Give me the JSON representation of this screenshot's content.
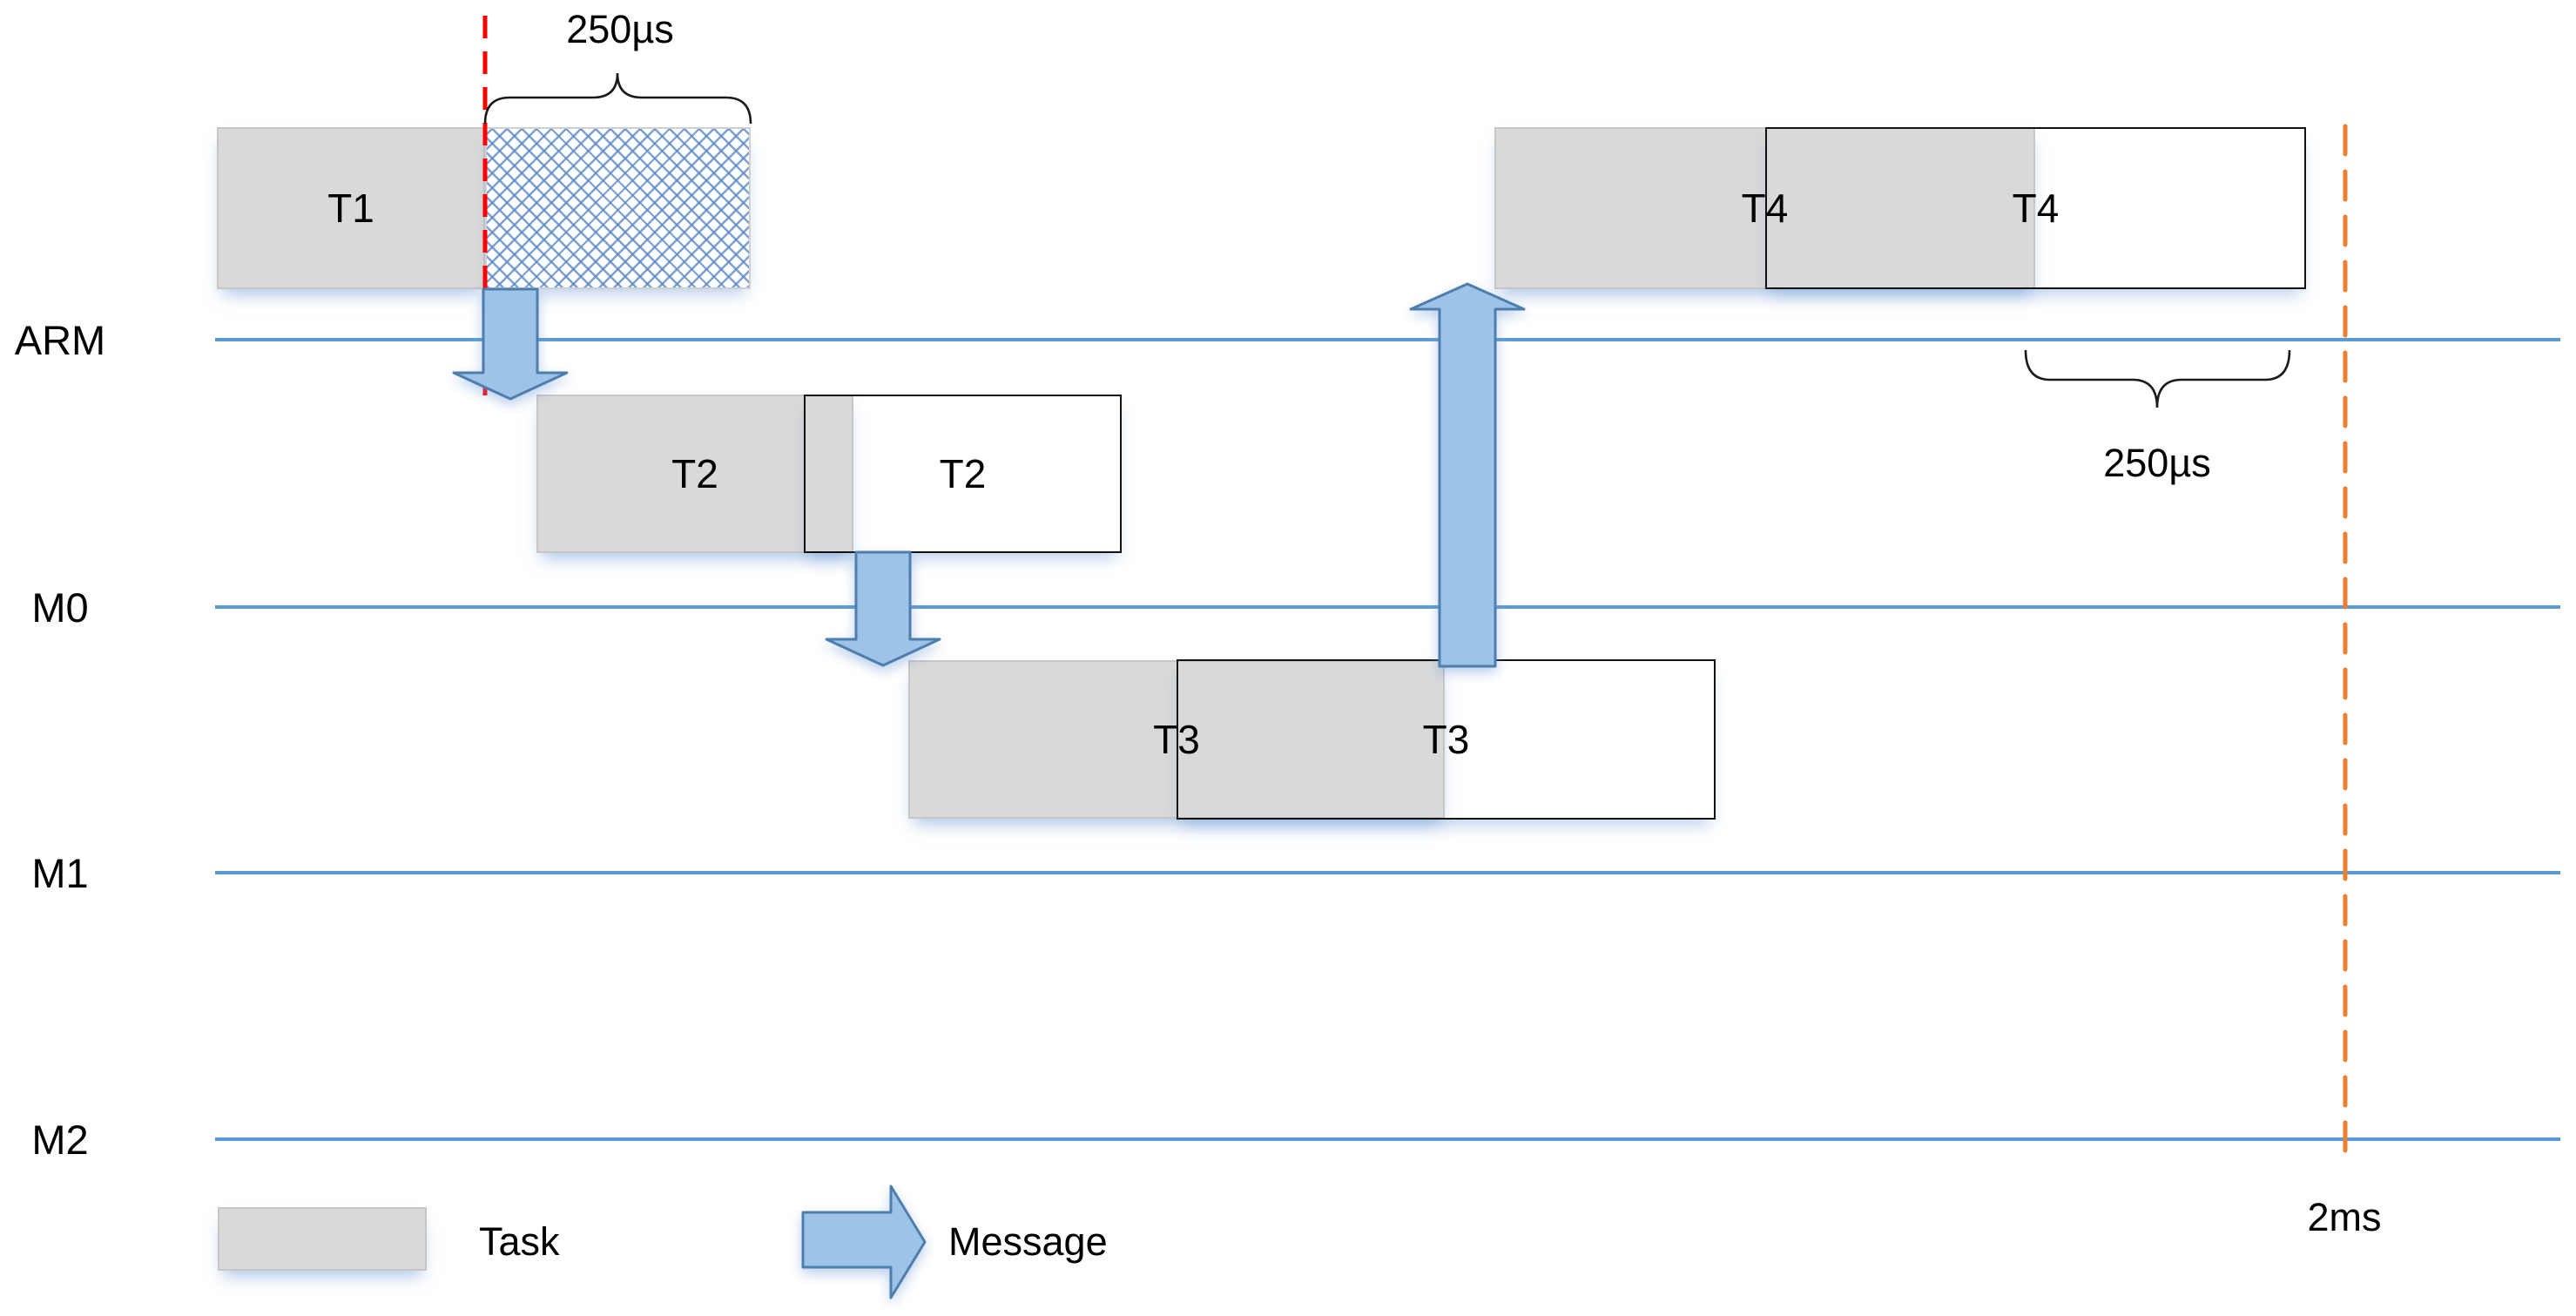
{
  "diagram_title": "task-message-timing-diagram",
  "lanes": [
    {
      "label": "ARM"
    },
    {
      "label": "M0"
    },
    {
      "label": "M1"
    },
    {
      "label": "M2"
    }
  ],
  "tasks": {
    "t1": {
      "label": "T1"
    },
    "t2_start": {
      "label": "T2"
    },
    "t2_end": {
      "label": "T2"
    },
    "t3_start": {
      "label": "T3"
    },
    "t3_end": {
      "label": "T3"
    },
    "t4_start": {
      "label": "T4"
    },
    "t4_end": {
      "label": "T4"
    }
  },
  "annotations": {
    "offset_duration": "250µs",
    "tail_duration": "250µs",
    "deadline": "2ms"
  },
  "legend": {
    "task": "Task",
    "message": "Message"
  },
  "colors": {
    "lane_line": "#5B9BD5",
    "task_fill": "#D9D9D9",
    "task_border": "#C6C6C6",
    "white_box_border": "#111111",
    "arrow_fill": "#9DC3E6",
    "arrow_stroke": "#4D7EAE",
    "start_marker": "#FF0000",
    "deadline_marker": "#ED7D31",
    "hatch": "#5B87C5",
    "text": "#000000"
  }
}
